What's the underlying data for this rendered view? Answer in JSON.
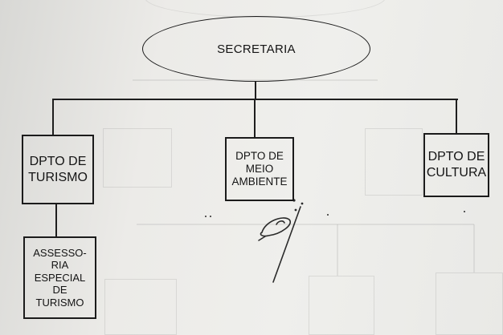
{
  "diagram": {
    "root": {
      "label": "SECRETARIA"
    },
    "departments": [
      {
        "id": "turismo",
        "label": "DPTO DE\nTURISMO"
      },
      {
        "id": "meio-ambiente",
        "label": "DPTO DE\nMEIO\nAMBIENTE"
      },
      {
        "id": "cultura",
        "label": "DPTO DE\nCULTURA"
      }
    ],
    "sub_units": [
      {
        "parent": "turismo",
        "label": "ASSESSO-\nRIA\nESPECIAL\nDE\nTURISMO"
      }
    ]
  }
}
